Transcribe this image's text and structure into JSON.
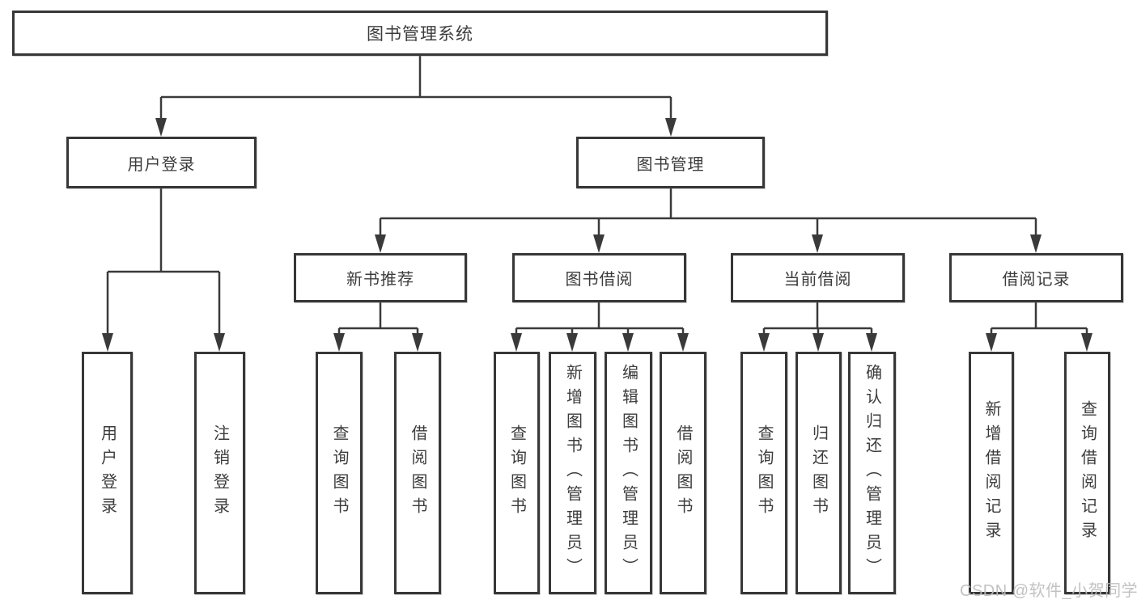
{
  "diagram": {
    "title": "图书管理系统",
    "nodes": {
      "root": {
        "label": "图书管理系统"
      },
      "user_login": {
        "label": "用户登录"
      },
      "book_management": {
        "label": "图书管理"
      },
      "new_book_recommendation": {
        "label": "新书推荐"
      },
      "book_borrowing": {
        "label": "图书借阅"
      },
      "current_borrowing": {
        "label": "当前借阅"
      },
      "borrowing_records": {
        "label": "借阅记录"
      },
      "leaf_user_login": {
        "label": "用户登录"
      },
      "leaf_logout": {
        "label": "注销登录"
      },
      "leaf_query_books_recommend": {
        "label": "查询图书"
      },
      "leaf_borrow_books_recommend": {
        "label": "借阅图书"
      },
      "leaf_query_books_borrow": {
        "label": "查询图书"
      },
      "leaf_add_books_admin": {
        "label": "新增图书（管理员）"
      },
      "leaf_edit_books_admin": {
        "label": "编辑图书（管理员）"
      },
      "leaf_borrow_books_borrow": {
        "label": "借阅图书"
      },
      "leaf_query_books_current": {
        "label": "查询图书"
      },
      "leaf_return_books": {
        "label": "归还图书"
      },
      "leaf_confirm_return_admin": {
        "label": "确认归还（管理员）"
      },
      "leaf_add_borrow_record": {
        "label": "新增借阅记录"
      },
      "leaf_query_borrow_record": {
        "label": "查询借阅记录"
      }
    }
  },
  "watermark": {
    "text": "CSDN @软件_小贺同学"
  },
  "colors": {
    "line": "#3a3a3a",
    "box_border": "#373737",
    "text": "#3c3c3c",
    "background": "#ffffff",
    "watermark": "#bdbdbd"
  }
}
